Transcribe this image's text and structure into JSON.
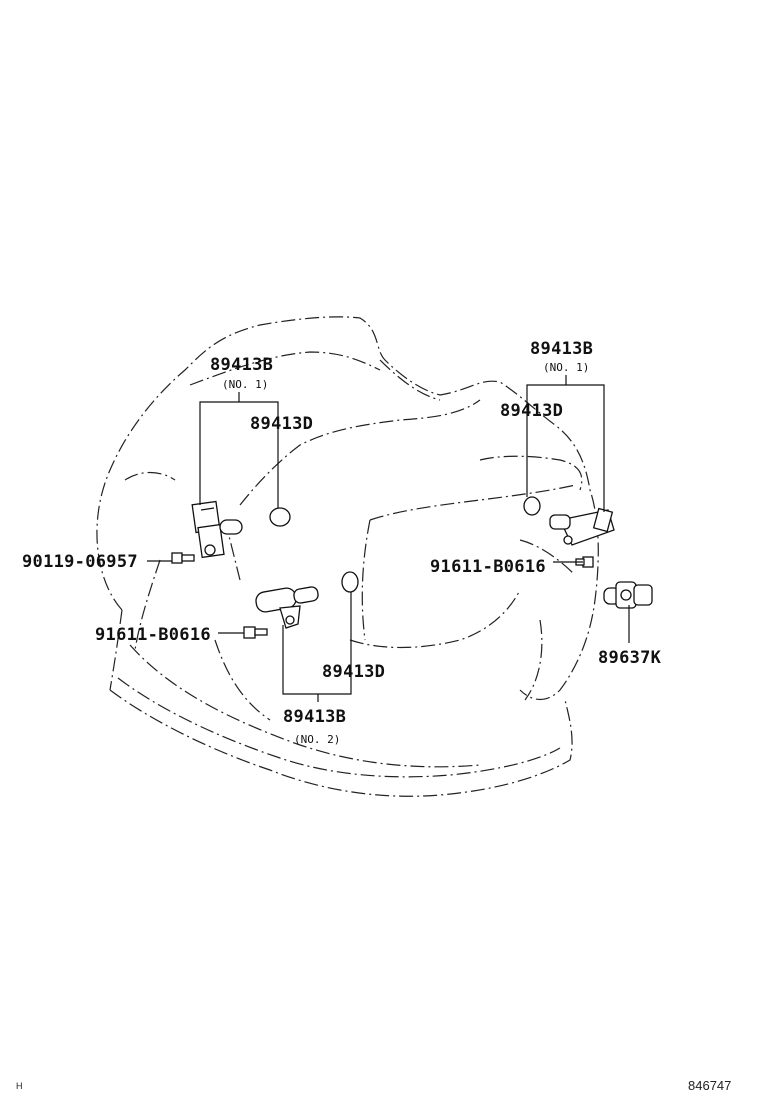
{
  "diagram": {
    "labels": {
      "sensor_no1_left": "89413B",
      "sensor_no1_left_note": "(NO. 1)",
      "oring_left": "89413D",
      "bolt_left_top": "90119-06957",
      "bolt_left_bottom": "91611-B0616",
      "oring_center": "89413D",
      "sensor_no2": "89413B",
      "sensor_no2_note": "(NO. 2)",
      "sensor_no1_right": "89413B",
      "sensor_no1_right_note": "(NO. 1)",
      "oring_right": "89413D",
      "bolt_right": "91611-B0616",
      "switch_right": "89637K"
    },
    "footer": {
      "left_mark": "H",
      "figure_id": "846747"
    }
  }
}
